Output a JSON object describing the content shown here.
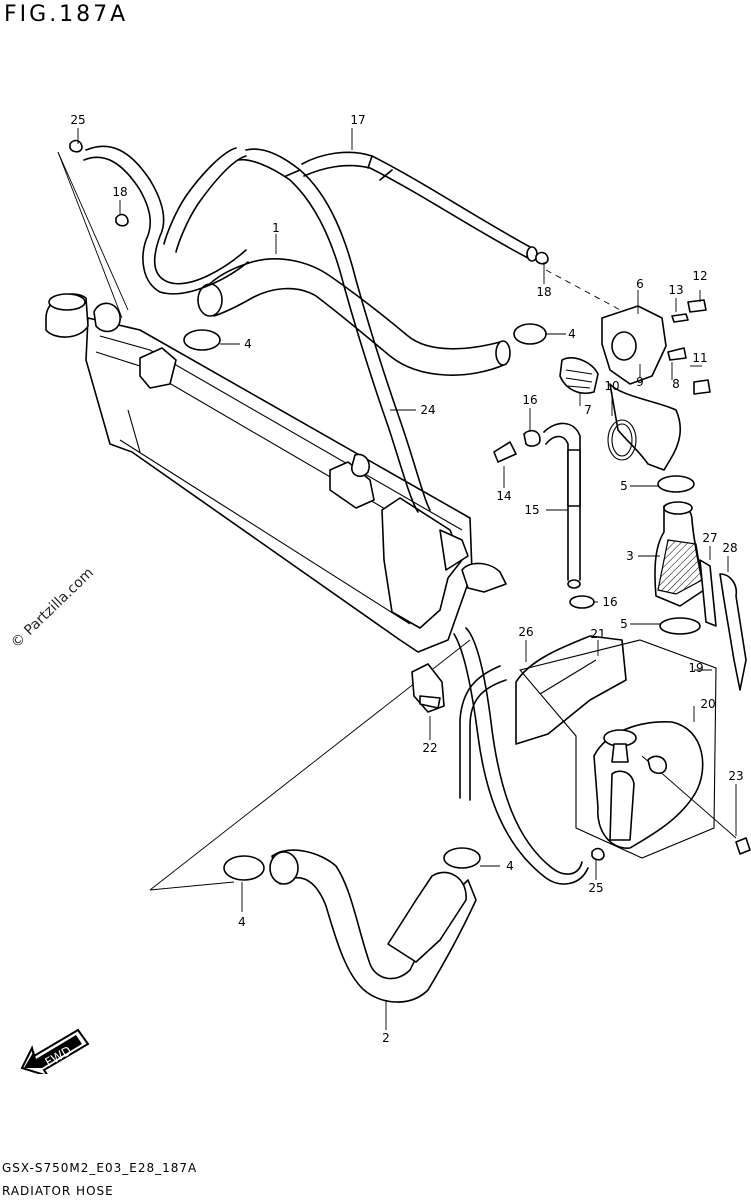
{
  "figure": {
    "title": "FIG.187A",
    "code": "GSX-S750M2_E03_E28_187A",
    "name": "RADIATOR HOSE",
    "watermark": "© Partzilla.com",
    "fwd_label": "FWD"
  },
  "callouts": [
    "25",
    "17",
    "18",
    "1",
    "18",
    "6",
    "13",
    "12",
    "4",
    "4",
    "11",
    "8",
    "9",
    "10",
    "7",
    "24",
    "16",
    "14",
    "15",
    "5",
    "3",
    "27",
    "28",
    "16",
    "5",
    "26",
    "21",
    "19",
    "20",
    "22",
    "23",
    "4",
    "25",
    "4",
    "2"
  ]
}
